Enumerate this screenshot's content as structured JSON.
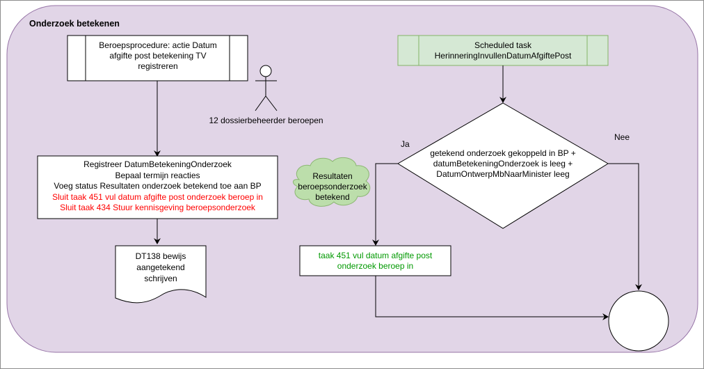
{
  "diagram": {
    "container_title": "Onderzoek betekenen",
    "colors": {
      "container_fill": "#e1d5e7",
      "container_stroke": "#9673a6",
      "scheduled_fill": "#d5e8d4",
      "scheduled_stroke": "#82b366",
      "cloud_fill": "#b9e0a5",
      "highlight_red": "#ff0000",
      "highlight_green": "#009900"
    },
    "process_start": {
      "lines": [
        "Beroepsprocedure: actie Datum",
        "afgifte post betekening TV",
        "registreren"
      ]
    },
    "actor": {
      "label": "12 dossierbeheerder beroepen"
    },
    "register_step": {
      "lines_black": [
        "Registreer DatumBetekeningOnderzoek",
        "Bepaal termijn reacties",
        "Voeg status Resultaten onderzoek betekend toe aan BP"
      ],
      "lines_red": [
        "Sluit taak 451 vul datum afgifte post onderzoek beroep in",
        "Sluit taak 434 Stuur kennisgeving beroepsonderzoek"
      ]
    },
    "document": {
      "lines": [
        "DT138 bewijs",
        "aangetekend",
        "schrijven"
      ]
    },
    "scheduled_task": {
      "lines": [
        "Scheduled task",
        "HerinneringInvullenDatumAfgiftePost"
      ]
    },
    "decision": {
      "lines": [
        "getekend onderzoek gekoppeld in BP +",
        "datumBetekeningOnderzoek is leeg +",
        "DatumOntwerpMbNaarMinister leeg"
      ],
      "yes_label": "Ja",
      "no_label": "Nee"
    },
    "cloud": {
      "lines": [
        "Resultaten",
        "beroepsonderzoek",
        "betekend"
      ]
    },
    "task_451": {
      "lines": [
        "taak 451 vul datum afgifte post",
        "onderzoek beroep in"
      ]
    },
    "end_event": {
      "label": ""
    }
  }
}
